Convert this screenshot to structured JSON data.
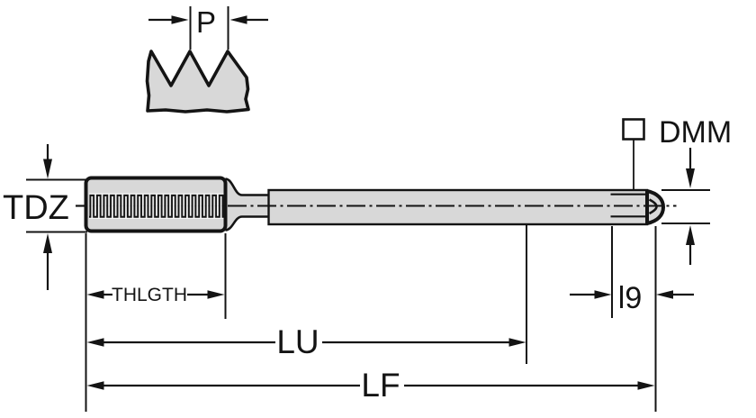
{
  "diagram": {
    "type": "technical-drawing",
    "subject": "machine-tap-dimension-diagram",
    "labels": {
      "pitch": "P",
      "thread_diameter": "TDZ",
      "square_width": "DMM",
      "thread_length": "THLGTH",
      "usable_length": "LU",
      "functional_length": "LF",
      "square_length": "l9"
    },
    "colors": {
      "line": "#141414",
      "body_fill": "#d8d8d8",
      "background": "#ffffff"
    }
  }
}
